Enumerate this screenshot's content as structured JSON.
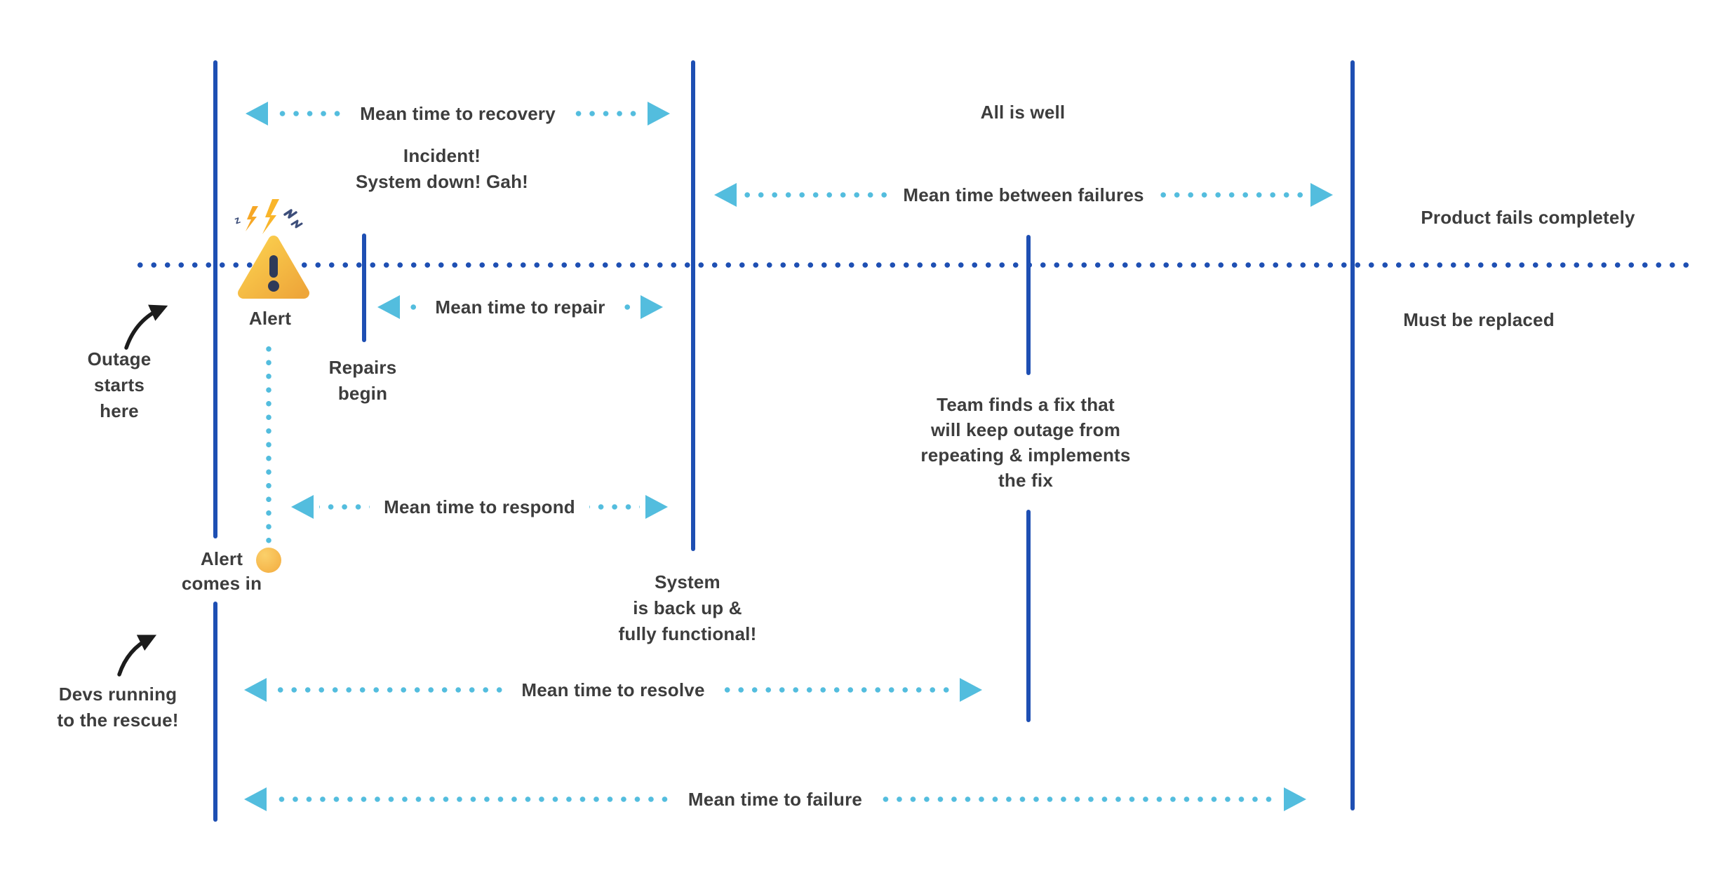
{
  "diagram": {
    "metric_spans": [
      {
        "id": "mean-time-to-recovery",
        "label": "Mean time to recovery"
      },
      {
        "id": "mean-time-between-failures",
        "label": "Mean time between failures"
      },
      {
        "id": "mean-time-to-repair",
        "label": "Mean time to repair"
      },
      {
        "id": "mean-time-to-respond",
        "label": "Mean time to respond"
      },
      {
        "id": "mean-time-to-resolve",
        "label": "Mean time to resolve"
      },
      {
        "id": "mean-time-to-failure",
        "label": "Mean time to failure"
      }
    ],
    "annotations": {
      "incident": "Incident!\nSystem down! Gah!",
      "all_is_well": "All is well",
      "product_fails": "Product fails completely",
      "must_be_replaced": "Must be replaced",
      "alert": "Alert",
      "repairs_begin": "Repairs\nbegin",
      "outage_starts": "Outage\nstarts\nhere",
      "alert_comes_in": "Alert\ncomes in",
      "system_back_up": "System\nis back up &\nfully functional!",
      "team_fix": "Team finds a fix that\nwill keep outage from\nrepeating & implements\nthe fix",
      "devs_running": "Devs running\nto the rescue!"
    },
    "icons": {
      "warning": "warning-triangle-icon",
      "alert_ping": "alert-dot-icon",
      "pointer_up": "curved-arrow-icon",
      "span_ends": "double-arrowhead-icons"
    },
    "colors": {
      "timeline": "#1e4fb3",
      "metric": "#53bdde",
      "text": "#3d3d3d",
      "warning_top": "#fcd24f",
      "warning_bottom": "#eea63a",
      "warning_mark": "#2e3a59",
      "spark_orange": "#f6a726",
      "alert_dot": "#f3ab3e",
      "arrow_black": "#1c1c1c"
    }
  }
}
